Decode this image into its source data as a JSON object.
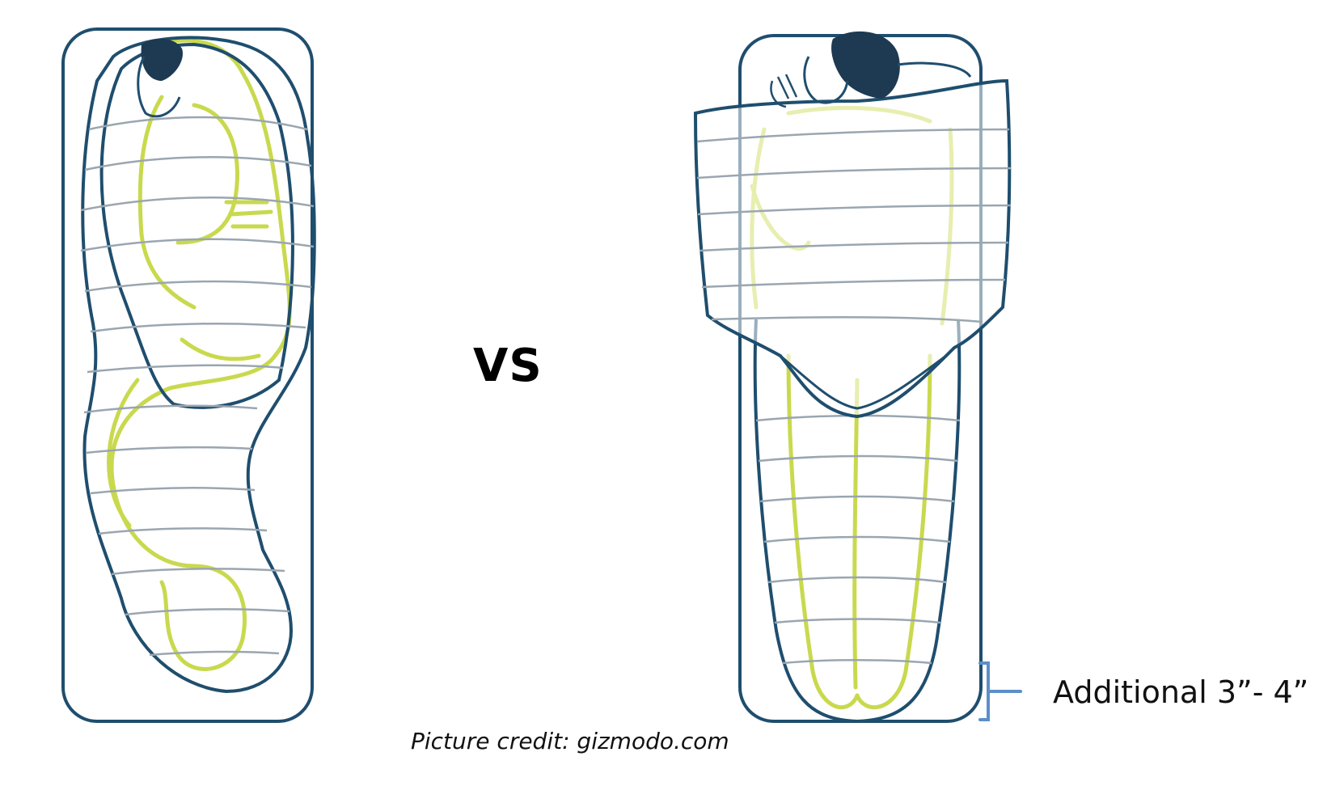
{
  "labels": {
    "comparison": "VS",
    "length_note": "Additional 3”- 4”",
    "credit": "Picture credit: gizmodo.com"
  },
  "colors": {
    "bag_outline": "#1f4e6e",
    "quilt_lines": "#9aa6b0",
    "body_outline": "#c9d94e",
    "hair": "#1d3a52",
    "bracket": "#5b8fc9",
    "text": "#111111"
  }
}
